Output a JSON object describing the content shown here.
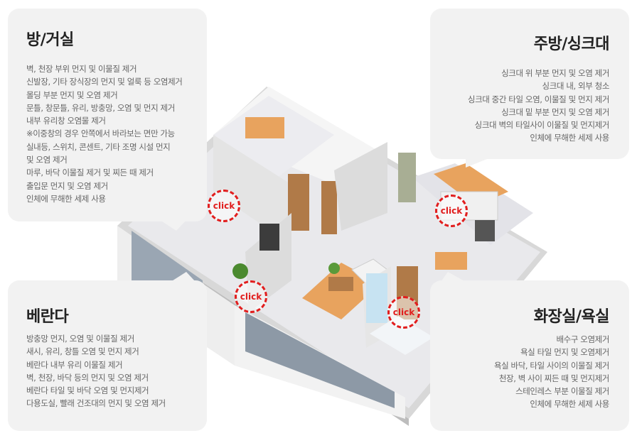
{
  "sections": {
    "living": {
      "title": "방/거실",
      "items": [
        "벽, 천장 부위 먼지 및 이물질 제거",
        "신발장, 기타 장식장의 먼지 및 얼룩 등 오염제거",
        "몰딩 부분 먼지 및 오염 제거",
        "문틀, 창문틀, 유리, 방충망, 오염 및 먼지 제거",
        "내부 유리창 오염물 제거",
        "※이중창의 경우 안쪽에서 바라보는 면만 가능",
        "실내등, 스위치, 콘센트, 기타 조명 시설 먼지",
        "및 오염 제거",
        "마루, 바닥 이물질 제거 및 찌든 때 제거",
        "출입문 먼지 및 오염 제거",
        "인체에 무해한 세제 사용"
      ]
    },
    "kitchen": {
      "title": "주방/싱크대",
      "items": [
        "싱크대 위 부분 먼지 및 오염 제거",
        "싱크대 내, 외부 청소",
        "싱크대 중간 타일 오염, 이물질 및 먼지 제거",
        "싱크대 밑 부분 먼지 및 오염 제거",
        "싱크대 벽의 타일사이 이물질 및 먼지제거",
        "인체에 무해한 세제 사용"
      ]
    },
    "balcony": {
      "title": "베란다",
      "items": [
        "방충망 먼지, 오염 및 이물질 제거",
        "새시, 유리, 창틀 오염 및 먼지 제거",
        "베란다 내부 유리 이물질 제거",
        "벽, 천장, 바닥 등의 먼지 및 오염 제거",
        "베란다 타일 및 바닥 오염 및 먼지제거",
        "다용도실, 빨래 건조대의 먼지 및 오염 제거"
      ]
    },
    "bathroom": {
      "title": "화장실/욕실",
      "items": [
        "배수구 오염제거",
        "욕실 타일 먼지 및 오염제거",
        "욕실 바닥, 타일 사이의 이물질 제거",
        "천장, 벽 사이 찌든 때 및 먼지제거",
        "스테인레스 부분 이물질 제거",
        "인체에 무해한 세제 사용"
      ]
    }
  },
  "hotspots": {
    "living": "click",
    "kitchen": "click",
    "balcony": "click",
    "bathroom": "click"
  },
  "colors": {
    "bubble_bg": "#f2f2f2",
    "hotspot": "#e11e1e",
    "wood": "#e8a35e",
    "wall": "#f4f4f4"
  }
}
